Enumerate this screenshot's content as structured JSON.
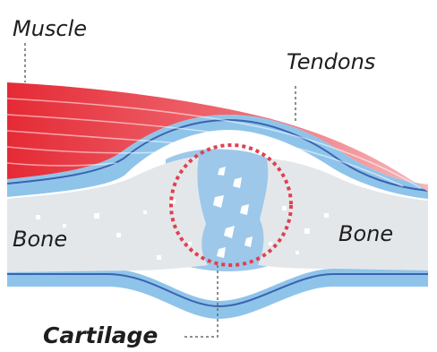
{
  "labels": {
    "muscle": "Muscle",
    "tendons": "Tendons",
    "bone_left": "Bone",
    "bone_right": "Bone",
    "cartilage": "Cartilage"
  },
  "colors": {
    "muscle": "#e8323c",
    "muscle_light": "#f39ca0",
    "tendon_light": "#8fc4ea",
    "tendon_line": "#3a63b0",
    "bone": "#e4e7ea",
    "joint_fill": "#9dc8ea",
    "highlight_circle": "#e04050",
    "text": "#1e1e1e"
  }
}
